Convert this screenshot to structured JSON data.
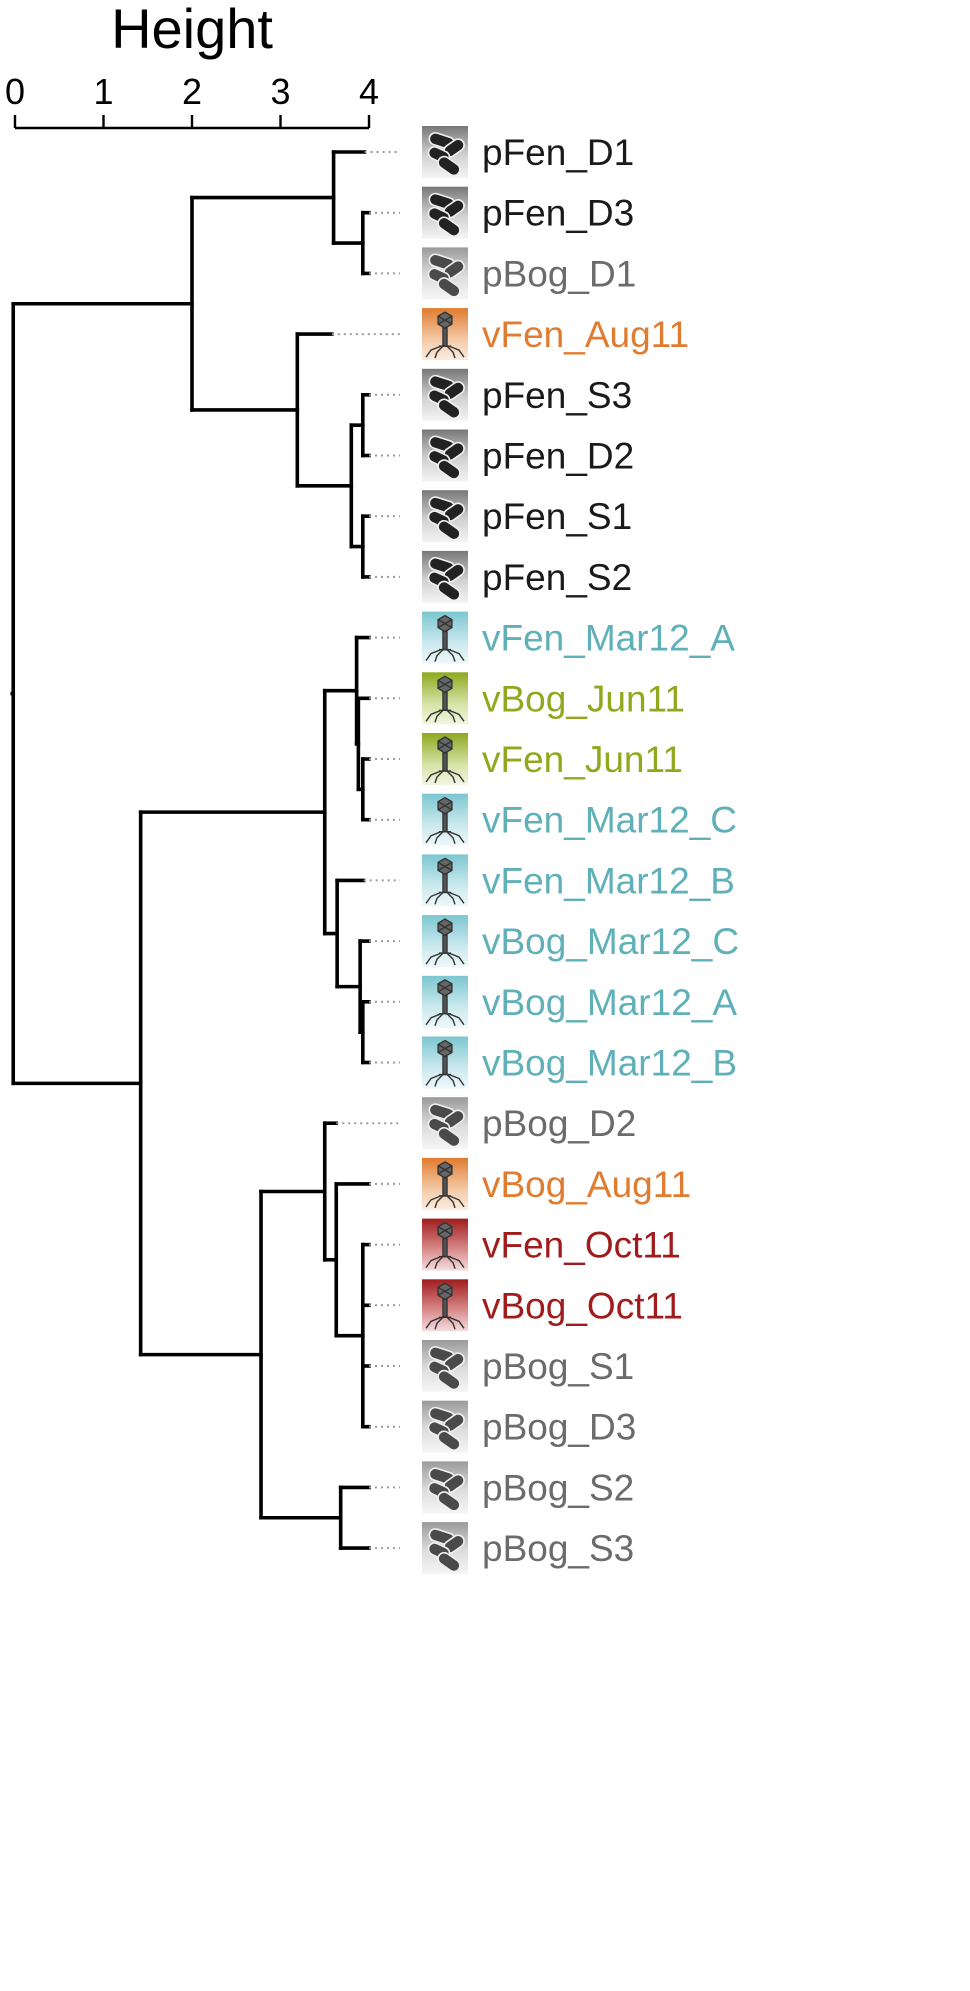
{
  "axis": {
    "title": "Height",
    "ticks": [
      "0",
      "1",
      "2",
      "3",
      "4"
    ],
    "tick_values": [
      0,
      1,
      2,
      3,
      4
    ]
  },
  "colors": {
    "host_fen": "#1a1a1a",
    "host_bog": "#6b6b6b",
    "phage_aug11": "#e07b2f",
    "phage_mar12": "#5fb0b8",
    "phage_jun11": "#8fa81e",
    "phage_oct11": "#a01c1c",
    "branch": "#000000"
  },
  "leaves": [
    {
      "label": "pFen_D1",
      "kind": "host",
      "color": "#1a1a1a"
    },
    {
      "label": "pFen_D3",
      "kind": "host",
      "color": "#1a1a1a"
    },
    {
      "label": "pBog_D1",
      "kind": "host",
      "color": "#6b6b6b"
    },
    {
      "label": "vFen_Aug11",
      "kind": "phage",
      "color": "#e07b2f"
    },
    {
      "label": "pFen_S3",
      "kind": "host",
      "color": "#1a1a1a"
    },
    {
      "label": "pFen_D2",
      "kind": "host",
      "color": "#1a1a1a"
    },
    {
      "label": "pFen_S1",
      "kind": "host",
      "color": "#1a1a1a"
    },
    {
      "label": "pFen_S2",
      "kind": "host",
      "color": "#1a1a1a"
    },
    {
      "label": "vFen_Mar12_A",
      "kind": "phage",
      "color": "#5fb0b8"
    },
    {
      "label": "vBog_Jun11",
      "kind": "phage",
      "color": "#8fa81e"
    },
    {
      "label": "vFen_Jun11",
      "kind": "phage",
      "color": "#8fa81e"
    },
    {
      "label": "vFen_Mar12_C",
      "kind": "phage",
      "color": "#5fb0b8"
    },
    {
      "label": "vFen_Mar12_B",
      "kind": "phage",
      "color": "#5fb0b8"
    },
    {
      "label": "vBog_Mar12_C",
      "kind": "phage",
      "color": "#5fb0b8"
    },
    {
      "label": "vBog_Mar12_A",
      "kind": "phage",
      "color": "#5fb0b8"
    },
    {
      "label": "vBog_Mar12_B",
      "kind": "phage",
      "color": "#5fb0b8"
    },
    {
      "label": "pBog_D2",
      "kind": "host",
      "color": "#6b6b6b"
    },
    {
      "label": "vBog_Aug11",
      "kind": "phage",
      "color": "#e07b2f"
    },
    {
      "label": "vFen_Oct11",
      "kind": "phage",
      "color": "#a01c1c"
    },
    {
      "label": "vBog_Oct11",
      "kind": "phage",
      "color": "#a01c1c"
    },
    {
      "label": "pBog_S1",
      "kind": "host",
      "color": "#6b6b6b"
    },
    {
      "label": "pBog_D3",
      "kind": "host",
      "color": "#6b6b6b"
    },
    {
      "label": "pBog_S2",
      "kind": "host",
      "color": "#6b6b6b"
    },
    {
      "label": "pBog_S3",
      "kind": "host",
      "color": "#6b6b6b"
    }
  ],
  "tree": {
    "h": 4.02,
    "children": [
      {
        "h": 2.0,
        "children": [
          {
            "h": 0.4,
            "children": [
              {
                "leaf": 0,
                "h": 0.05
              },
              {
                "h": 0.07,
                "children": [
                  {
                    "leaf": 1,
                    "h": 0.0
                  },
                  {
                    "leaf": 2,
                    "h": 0.0
                  }
                ]
              }
            ]
          },
          {
            "h": 0.81,
            "children": [
              {
                "leaf": 3,
                "h": 0.42
              },
              {
                "h": 0.2,
                "children": [
                  {
                    "h": 0.07,
                    "children": [
                      {
                        "leaf": 4,
                        "h": 0.0
                      },
                      {
                        "leaf": 5,
                        "h": 0.0
                      }
                    ]
                  },
                  {
                    "h": 0.07,
                    "children": [
                      {
                        "leaf": 6,
                        "h": 0.0
                      },
                      {
                        "leaf": 7,
                        "h": 0.0
                      }
                    ]
                  }
                ]
              }
            ]
          }
        ]
      },
      {
        "h": 2.58,
        "children": [
          {
            "h": 0.5,
            "children": [
              {
                "h": 0.14,
                "children": [
                  {
                    "leaf": 8,
                    "h": 0.0
                  },
                  {
                    "h": 0.12,
                    "children": [
                      {
                        "leaf": 9,
                        "h": 0.0
                      },
                      {
                        "h": 0.07,
                        "children": [
                          {
                            "leaf": 10,
                            "h": 0.0
                          },
                          {
                            "leaf": 11,
                            "h": 0.0
                          }
                        ]
                      }
                    ]
                  }
                ]
              },
              {
                "h": 0.36,
                "children": [
                  {
                    "leaf": 12,
                    "h": 0.06
                  },
                  {
                    "h": 0.1,
                    "children": [
                      {
                        "leaf": 13,
                        "h": 0.0
                      },
                      {
                        "h": 0.07,
                        "children": [
                          {
                            "leaf": 14,
                            "h": 0.0
                          },
                          {
                            "leaf": 15,
                            "h": 0.0
                          }
                        ]
                      }
                    ]
                  }
                ]
              }
            ]
          },
          {
            "h": 1.22,
            "children": [
              {
                "h": 0.5,
                "children": [
                  {
                    "leaf": 16,
                    "h": 0.37
                  },
                  {
                    "h": 0.37,
                    "children": [
                      {
                        "leaf": 17,
                        "h": 0.0
                      },
                      {
                        "h": 0.07,
                        "children": [
                          {
                            "leaf": 18,
                            "h": 0.0
                          },
                          {
                            "leaf": 19,
                            "h": 0.0
                          },
                          {
                            "leaf": 20,
                            "h": 0.0
                          },
                          {
                            "leaf": 21,
                            "h": 0.0
                          }
                        ]
                      }
                    ]
                  }
                ]
              },
              {
                "h": 0.32,
                "children": [
                  {
                    "leaf": 22,
                    "h": 0.0
                  },
                  {
                    "leaf": 23,
                    "h": 0.0
                  }
                ]
              }
            ]
          }
        ]
      }
    ]
  }
}
